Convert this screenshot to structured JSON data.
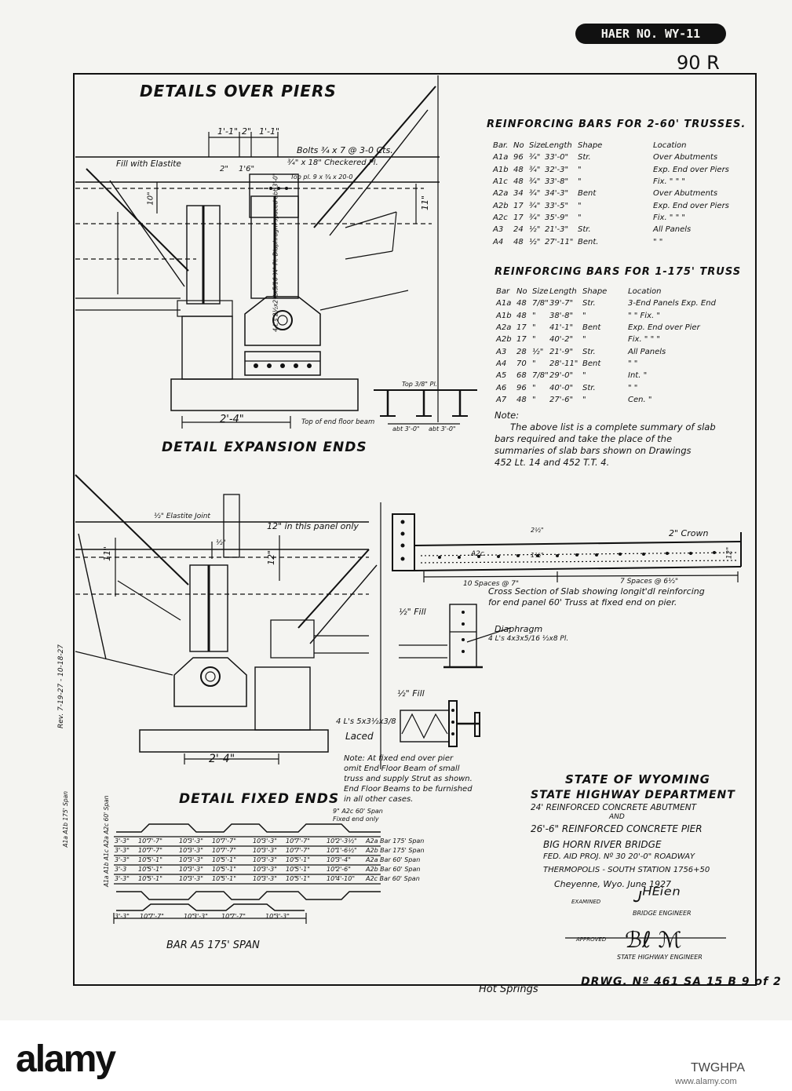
{
  "header": {
    "haer_tag": "HAER NO. WY-11",
    "sheet_number": "90 R"
  },
  "sections": {
    "details_over_piers": "DETAILS OVER PIERS",
    "detail_expansion_ends": "DETAIL EXPANSION ENDS",
    "detail_fixed_ends": "DETAIL FIXED ENDS",
    "bar_a5": "BAR A5 175' SPAN"
  },
  "pier_labels": {
    "dim_a": "1'-1\"",
    "dim_b": "2\"",
    "dim_c": "1'-1\"",
    "bolts": "Bolts ¾ x 7 @ 3-0 Cts.",
    "checkered": "¾\" x 18\" Checkered Pl.",
    "top_pl": "Top pl. 9 x ¾ x 20-0",
    "fill": "Fill with Elastite",
    "dim_2": "2\"",
    "dim_16": "1'6\"",
    "dim_10": "10\"",
    "dim_11": "11\"",
    "vert_note": "4 L's 2½x2½x5/16  ¾\" Pl. Diaphragm spaced abt 3'-0\"",
    "dim_24": "2'-4\"",
    "top_end_floor_beam": "Top of end floor beam",
    "top_pl_small": "Top 3/8\" Pl.",
    "abt1": "abt 3'-0\"",
    "abt2": "abt 3'-0\""
  },
  "table_2_60": {
    "title": "REINFORCING BARS FOR 2-60' TRUSSES.",
    "columns": [
      "Bar.",
      "No",
      "Size",
      "Length",
      "Shape",
      "Location"
    ],
    "rows": [
      [
        "A1a",
        "96",
        "¾\"",
        "33'-0\"",
        "Str.",
        "Over Abutments"
      ],
      [
        "A1b",
        "48",
        "¾\"",
        "32'-3\"",
        "\"",
        "Exp. End over Piers"
      ],
      [
        "A1c",
        "48",
        "¾\"",
        "33'-8\"",
        "\"",
        "Fix.  \"   \"   \""
      ],
      [
        "A2a",
        "34",
        "¾\"",
        "34'-3\"",
        "Bent",
        "Over Abutments"
      ],
      [
        "A2b",
        "17",
        "¾\"",
        "33'-5\"",
        "\"",
        "Exp. End over Piers"
      ],
      [
        "A2c",
        "17",
        "¾\"",
        "35'-9\"",
        "\"",
        "Fix.  \"   \"   \""
      ],
      [
        "A3",
        "24",
        "½\"",
        "21'-3\"",
        "Str.",
        "All Panels"
      ],
      [
        "A4",
        "48",
        "½\"",
        "27'-11\"",
        "Bent.",
        "\"   \""
      ]
    ]
  },
  "table_1_175": {
    "title": "REINFORCING BARS FOR 1-175' TRUSS",
    "columns": [
      "Bar",
      "No",
      "Size",
      "Length",
      "Shape",
      "Location"
    ],
    "rows": [
      [
        "A1a",
        "48",
        "7/8\"",
        "39'-7\"",
        "Str.",
        "3-End Panels Exp. End"
      ],
      [
        "A1b",
        "48",
        "\"",
        "38'-8\"",
        "\"",
        "\"   \"   Fix.  \""
      ],
      [
        "A2a",
        "17",
        "\"",
        "41'-1\"",
        "Bent",
        "Exp. End over Pier"
      ],
      [
        "A2b",
        "17",
        "\"",
        "40'-2\"",
        "\"",
        "Fix.  \"   \"   \""
      ],
      [
        "A3",
        "28",
        "½\"",
        "21'-9\"",
        "Str.",
        "All Panels"
      ],
      [
        "A4",
        "70",
        "\"",
        "28'-11\"",
        "Bent",
        "\"   \""
      ],
      [
        "A5",
        "68",
        "7/8\"",
        "29'-0\"",
        "\"",
        "Int.   \""
      ],
      [
        "A6",
        "96",
        "\"",
        "40'-0\"",
        "Str.",
        "\"   \""
      ],
      [
        "A7",
        "48",
        "\"",
        "27'-6\"",
        "\"",
        "Cen.  \""
      ]
    ]
  },
  "note_main": {
    "label": "Note:",
    "lines": [
      "The above list is a complete summary of slab",
      "bars required and take the place of the",
      "summaries of slab bars shown on Drawings",
      "452 Lt. 14 and 452 T.T. 4."
    ]
  },
  "cross_section": {
    "dim_2half": "2½\"",
    "crown": "2\" Crown",
    "dim_a2c": "A2c",
    "dim_1half": "1½\"",
    "spaces10": "10 Spaces @ 7\"",
    "spaces7": "7 Spaces @ 6½\"",
    "dim_12": "12\"",
    "caption_l1": "Cross Section of Slab showing longit'dl reinforcing",
    "caption_l2": "for end panel 60' Truss at fixed end on pier."
  },
  "expansion_labels": {
    "elastite_joint": "½\" Elastite Joint",
    "panel_only": "12\" in this panel only",
    "dim_11": "11\"",
    "dim_12": "12\"",
    "dim_half": "½\"",
    "fill1": "½\" Fill",
    "fill2": "½\" Fill",
    "diaphragm": "Diaphragm",
    "diaphragm_spec": "4 L's 4x3x5/16  ½x8 Pl.",
    "laced_spec": "4 L's 5x3½x3/8",
    "laced": "Laced",
    "dim_24": "2'-4\"",
    "rev": "Rev. 7-19-27 - 10-18-27",
    "note_lines": [
      "Note: At fixed end over pier",
      "omit End Floor Beam of small",
      "truss and supply Strut as shown.",
      "End Floor Beams to be furnished",
      "in all other cases."
    ]
  },
  "bars_detail": {
    "rot_l1": "A1a A1b 175' Span",
    "rot_l2": "A1a A1b A1c A2a A2c 60' Span",
    "top_note_1": "9\" A2c 60' Span",
    "top_note_2": "Fixed end only",
    "rows": [
      [
        "3'-3\"",
        "10\"",
        "7'-7\"",
        "10\"",
        "3'-3\"",
        "10\"",
        "7'-7\"",
        "10\"",
        "3'-3\"",
        "10\"",
        "7'-7\"",
        "10\"",
        "2'-3½\"",
        "A2a Bar 175' Span"
      ],
      [
        "3'-3\"",
        "10\"",
        "7'-7\"",
        "10\"",
        "3'-3\"",
        "10\"",
        "7'-7\"",
        "10\"",
        "3'-3\"",
        "10\"",
        "7'-7\"",
        "10\"",
        "1'-6½\"",
        "A2b Bar 175' Span"
      ],
      [
        "3'-3\"",
        "10\"",
        "5'-1\"",
        "10\"",
        "3'-3\"",
        "10\"",
        "5'-1\"",
        "10\"",
        "3'-3\"",
        "10\"",
        "5'-1\"",
        "10\"",
        "3'-4\"",
        "A2a Bar 60' Span"
      ],
      [
        "3'-3",
        "10\"",
        "5'-1\"",
        "10\"",
        "3'-3\"",
        "10\"",
        "5'-1\"",
        "10\"",
        "3'-3\"",
        "10\"",
        "5'-1\"",
        "10\"",
        "2'-6\"",
        "A2b Bar 60' Span"
      ],
      [
        "3'-3\"",
        "10\"",
        "5'-1\"",
        "10\"",
        "3'-3\"",
        "10\"",
        "5'-1\"",
        "10\"",
        "3'-3\"",
        "10\"",
        "5'-1\"",
        "10\"",
        "4'-10\"",
        "A2c Bar 60' Span"
      ]
    ],
    "a5_dims": [
      "3'-3\"",
      "10\"",
      "7'-7\"",
      "10\"",
      "3'-3\"",
      "10\"",
      "7'-7\"",
      "10\"",
      "3'-3\""
    ]
  },
  "title_block": {
    "state": "STATE OF WYOMING",
    "dept": "STATE HIGHWAY DEPARTMENT",
    "line1": "24' REINFORCED CONCRETE ABUTMENT",
    "and": "AND",
    "line2": "26'-6\" REINFORCED CONCRETE PIER",
    "line3": "BIG HORN RIVER        BRIDGE",
    "line4": "FED. AID PROJ. Nº 30   20'-0\" ROADWAY",
    "line5": "THERMOPOLIS - SOUTH   STATION 1756+50",
    "line6": "Cheyenne, Wyo.       June 1927",
    "examined": "EXAMINED",
    "bridge_engineer": "BRIDGE ENGINEER",
    "approved": "APPROVED",
    "state_engineer": "STATE HIGHWAY ENGINEER"
  },
  "footer": {
    "handwritten": "Hot Springs",
    "drawing_no": "DRWG. Nº 461 SA 15 B  9 of 2"
  },
  "watermark": {
    "logo": "alamy",
    "image_id": "TWGHPA",
    "url": "www.alamy.com"
  }
}
